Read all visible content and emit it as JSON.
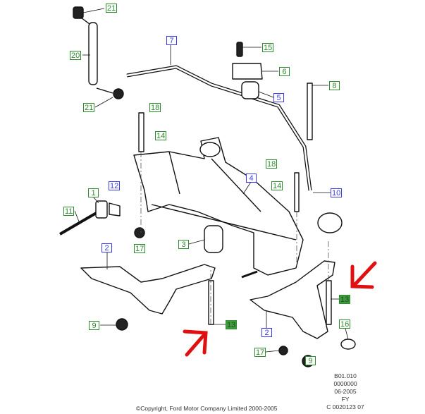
{
  "labels": [
    {
      "text": "21",
      "style": "green"
    },
    {
      "text": "20",
      "style": "green"
    },
    {
      "text": "21",
      "style": "green"
    },
    {
      "text": "7",
      "style": "blue"
    },
    {
      "text": "15",
      "style": "green"
    },
    {
      "text": "6",
      "style": "green"
    },
    {
      "text": "5",
      "style": "blue"
    },
    {
      "text": "8",
      "style": "green"
    },
    {
      "text": "18",
      "style": "green"
    },
    {
      "text": "14",
      "style": "green"
    },
    {
      "text": "4",
      "style": "blue"
    },
    {
      "text": "18",
      "style": "green"
    },
    {
      "text": "14",
      "style": "green"
    },
    {
      "text": "10",
      "style": "blue"
    },
    {
      "text": "1",
      "style": "green"
    },
    {
      "text": "12",
      "style": "blue"
    },
    {
      "text": "11",
      "style": "green"
    },
    {
      "text": "17",
      "style": "green"
    },
    {
      "text": "3",
      "style": "green"
    },
    {
      "text": "2",
      "style": "blue"
    },
    {
      "text": "9",
      "style": "green"
    },
    {
      "text": "13",
      "style": "filled"
    },
    {
      "text": "13",
      "style": "filled"
    },
    {
      "text": "2",
      "style": "blue"
    },
    {
      "text": "16",
      "style": "green"
    },
    {
      "text": "17",
      "style": "green"
    },
    {
      "text": "9",
      "style": "green"
    }
  ],
  "meta": {
    "lines": [
      "B01.010",
      "0000000",
      "06-2005",
      "FY",
      "C 0020123 07"
    ]
  },
  "copyright": "©Copyright, Ford Motor Company Limited 2000-2005",
  "colors": {
    "green": "#2e8b2e",
    "blue": "#3a3af0",
    "annotation_arrow": "#e01010"
  }
}
